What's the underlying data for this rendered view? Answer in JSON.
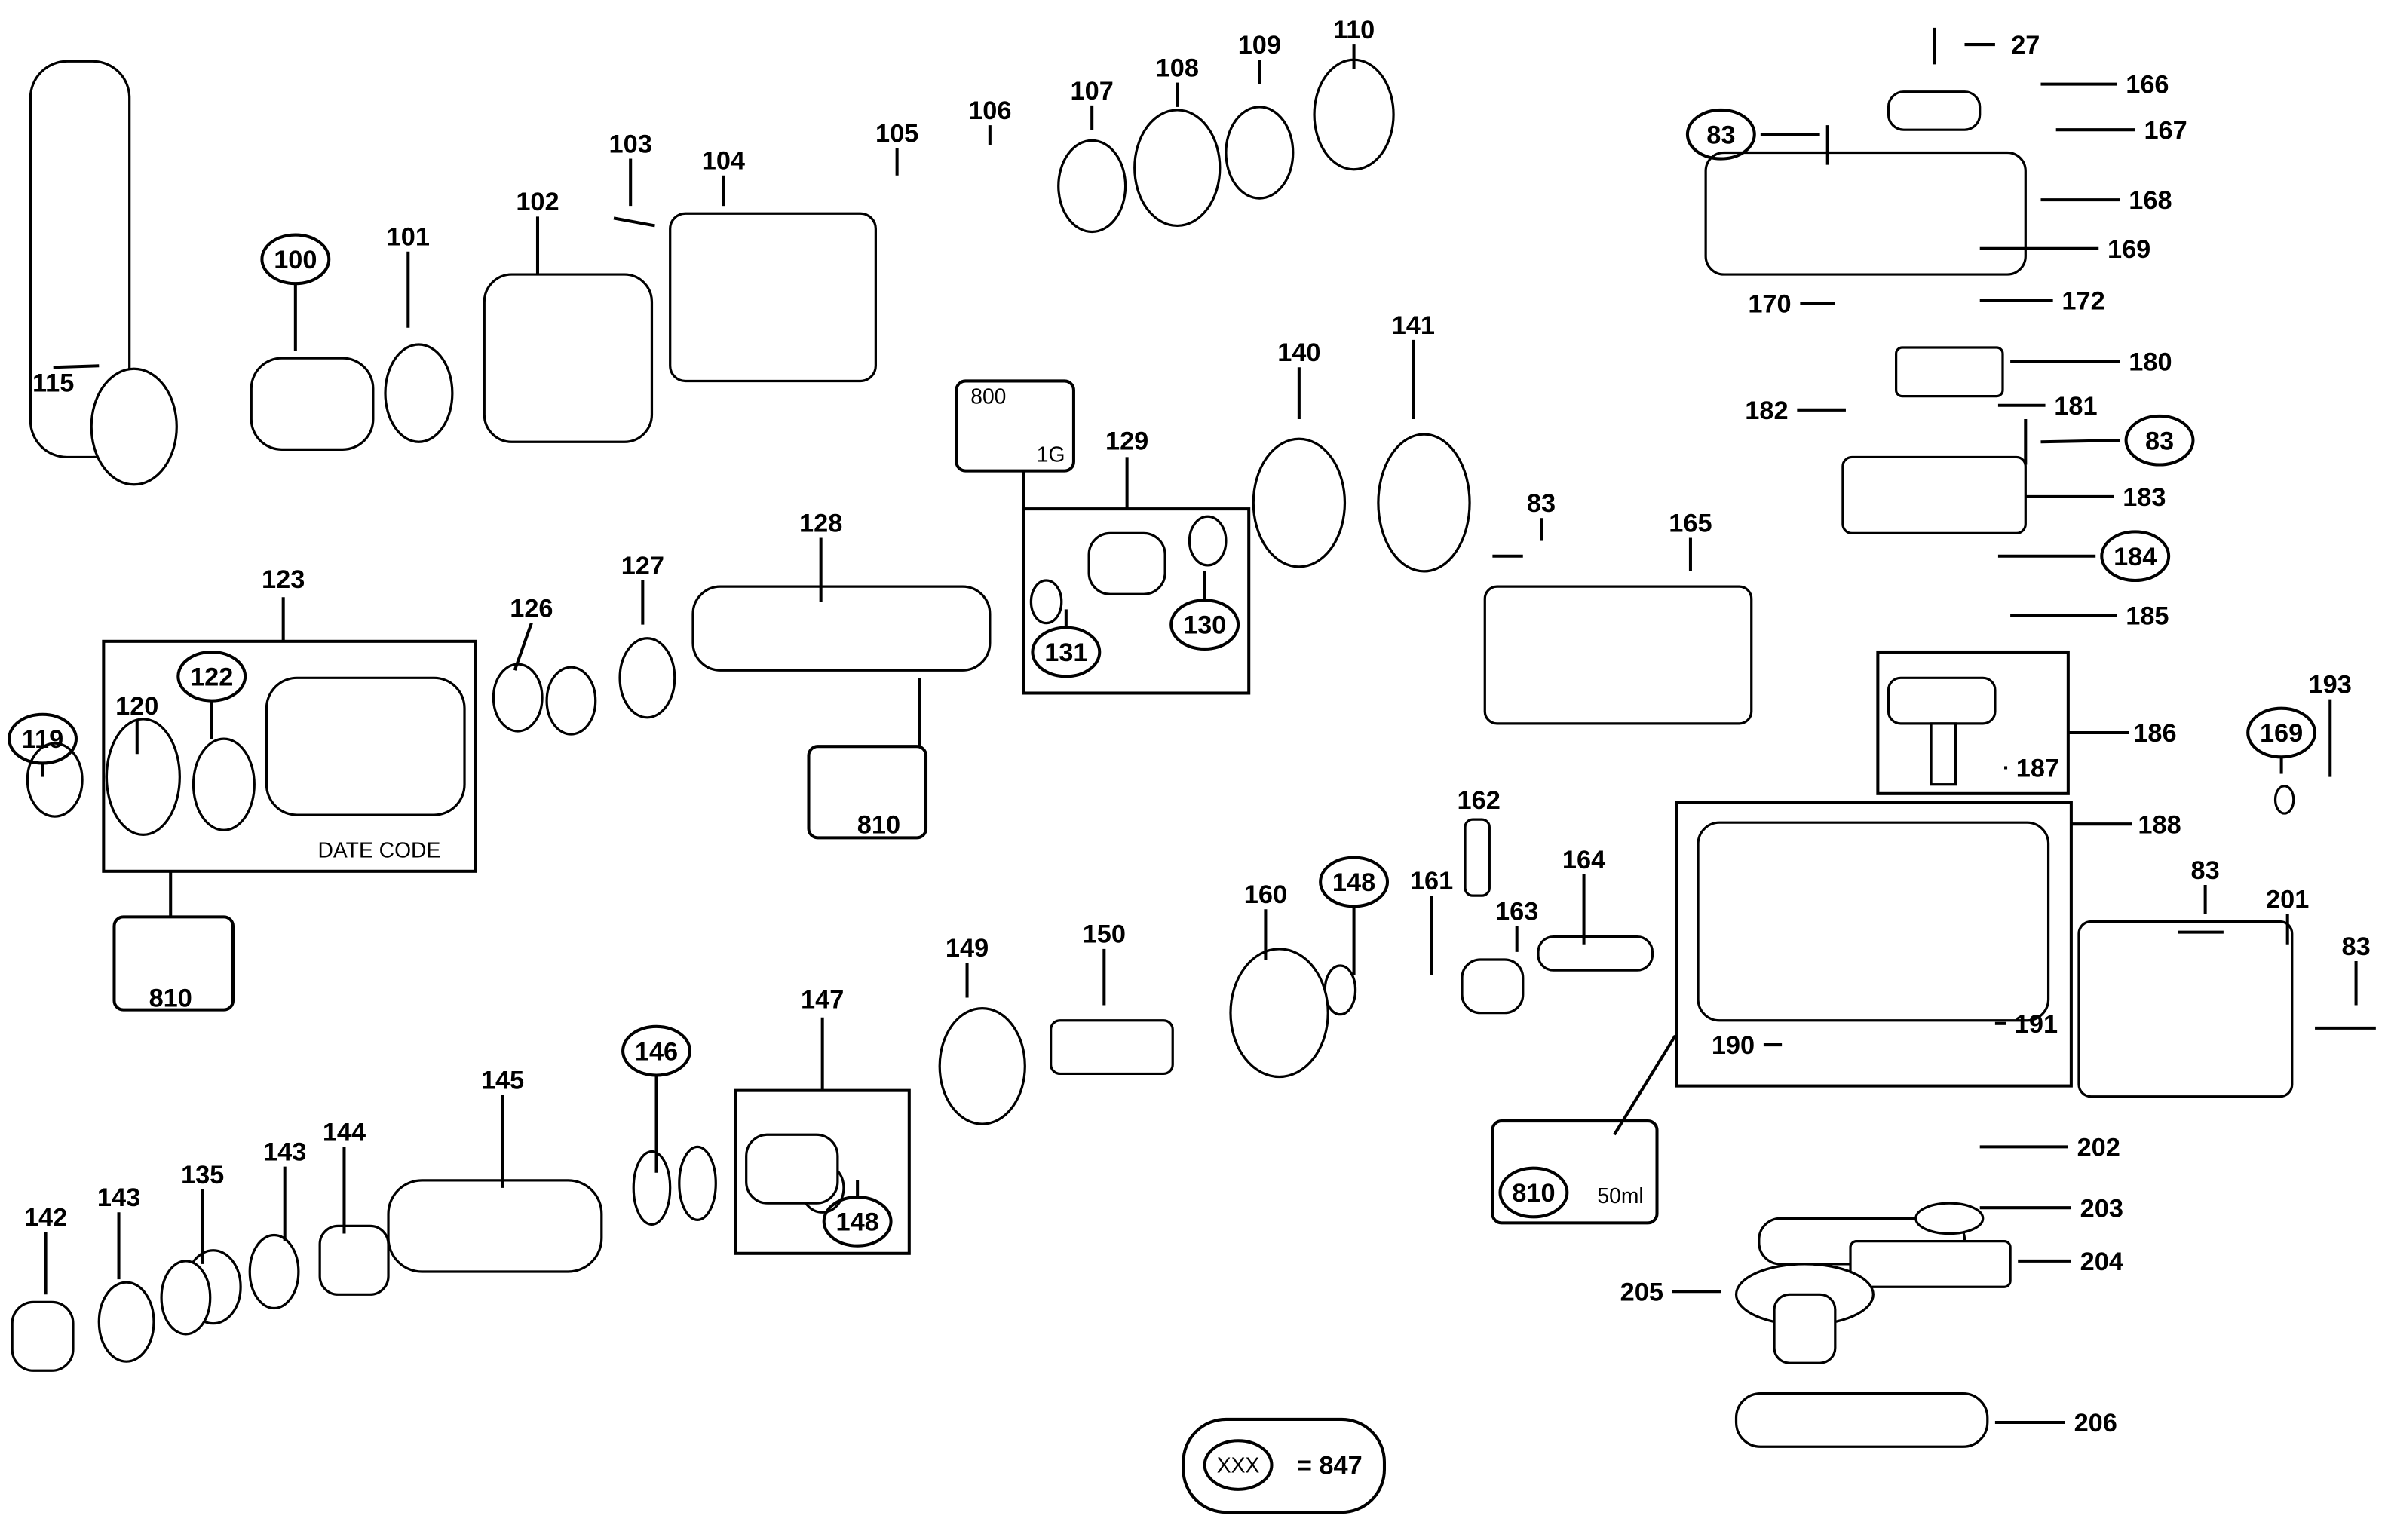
{
  "callouts": [
    {
      "text": "27",
      "circled": false
    },
    {
      "text": "166",
      "circled": false
    },
    {
      "text": "83",
      "circled": true
    },
    {
      "text": "167",
      "circled": false
    },
    {
      "text": "168",
      "circled": false
    },
    {
      "text": "169",
      "circled": false
    },
    {
      "text": "170",
      "circled": false
    },
    {
      "text": "172",
      "circled": false
    },
    {
      "text": "180",
      "circled": false
    },
    {
      "text": "182",
      "circled": false
    },
    {
      "text": "181",
      "circled": false
    },
    {
      "text": "83",
      "circled": true
    },
    {
      "text": "183",
      "circled": false
    },
    {
      "text": "184",
      "circled": true
    },
    {
      "text": "185",
      "circled": false
    },
    {
      "text": "186",
      "circled": false
    },
    {
      "text": "187",
      "circled": false
    },
    {
      "text": "169",
      "circled": true
    },
    {
      "text": "193",
      "circled": false
    },
    {
      "text": "188",
      "circled": false
    },
    {
      "text": "83",
      "circled": false
    },
    {
      "text": "201",
      "circled": false
    },
    {
      "text": "83",
      "circled": false
    },
    {
      "text": "190",
      "circled": false
    },
    {
      "text": "191",
      "circled": false
    },
    {
      "text": "202",
      "circled": false
    },
    {
      "text": "203",
      "circled": false
    },
    {
      "text": "204",
      "circled": false
    },
    {
      "text": "205",
      "circled": false
    },
    {
      "text": "206",
      "circled": false
    },
    {
      "text": "110",
      "circled": false
    },
    {
      "text": "109",
      "circled": false
    },
    {
      "text": "108",
      "circled": false
    },
    {
      "text": "107",
      "circled": false
    },
    {
      "text": "106",
      "circled": false
    },
    {
      "text": "105",
      "circled": false
    },
    {
      "text": "103",
      "circled": false
    },
    {
      "text": "104",
      "circled": false
    },
    {
      "text": "102",
      "circled": false
    },
    {
      "text": "101",
      "circled": false
    },
    {
      "text": "100",
      "circled": true
    },
    {
      "text": "115",
      "circled": false
    },
    {
      "text": "129",
      "circled": false
    },
    {
      "text": "140",
      "circled": false
    },
    {
      "text": "141",
      "circled": false
    },
    {
      "text": "83",
      "circled": false
    },
    {
      "text": "165",
      "circled": false
    },
    {
      "text": "131",
      "circled": true
    },
    {
      "text": "130",
      "circled": true
    },
    {
      "text": "128",
      "circled": false
    },
    {
      "text": "123",
      "circled": false
    },
    {
      "text": "126",
      "circled": false
    },
    {
      "text": "127",
      "circled": false
    },
    {
      "text": "122",
      "circled": true
    },
    {
      "text": "120",
      "circled": false
    },
    {
      "text": "119",
      "circled": true
    },
    {
      "text": "810",
      "circled": false
    },
    {
      "text": "810",
      "circled": false
    },
    {
      "text": "162",
      "circled": false
    },
    {
      "text": "164",
      "circled": false
    },
    {
      "text": "148",
      "circled": true
    },
    {
      "text": "161",
      "circled": false
    },
    {
      "text": "160",
      "circled": false
    },
    {
      "text": "163",
      "circled": false
    },
    {
      "text": "149",
      "circled": false
    },
    {
      "text": "150",
      "circled": false
    },
    {
      "text": "147",
      "circled": false
    },
    {
      "text": "146",
      "circled": true
    },
    {
      "text": "145",
      "circled": false
    },
    {
      "text": "144",
      "circled": false
    },
    {
      "text": "143",
      "circled": false
    },
    {
      "text": "135",
      "circled": false
    },
    {
      "text": "143",
      "circled": false
    },
    {
      "text": "142",
      "circled": false
    },
    {
      "text": "148",
      "circled": true
    },
    {
      "text": "810",
      "circled": true
    }
  ],
  "notes": {
    "date_code": "DATE CODE",
    "grease_800": "800",
    "grease_1g": "1G",
    "oil_50ml": "50ml"
  },
  "legend": {
    "symbol": "XXX",
    "equals": "= 847"
  }
}
